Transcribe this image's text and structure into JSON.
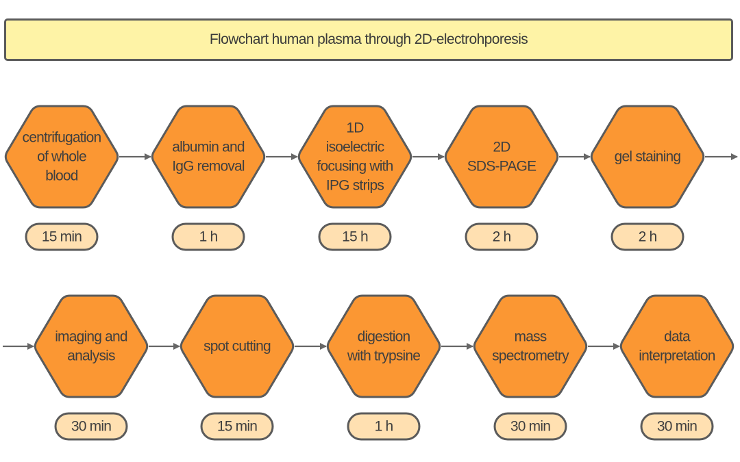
{
  "title": "Flowchart human plasma through 2D-electrohporesis",
  "colors": {
    "step_fill": "#fb9733",
    "step_stroke": "#5b5b5b",
    "duration_fill": "#ffe0b1",
    "title_fill": "#fef3a6",
    "connector": "#666666"
  },
  "rows": [
    {
      "steps": [
        {
          "lines": [
            "centrifugation",
            "of whole",
            "blood"
          ],
          "duration": "15 min"
        },
        {
          "lines": [
            "albumin and",
            "IgG removal"
          ],
          "duration": "1 h"
        },
        {
          "lines": [
            "1D",
            "isoelectric",
            "focusing with",
            "IPG strips"
          ],
          "duration": "15 h"
        },
        {
          "lines": [
            "2D",
            "SDS-PAGE"
          ],
          "duration": "2 h"
        },
        {
          "lines": [
            "gel staining"
          ],
          "duration": "2 h"
        }
      ]
    },
    {
      "steps": [
        {
          "lines": [
            "imaging and",
            "analysis"
          ],
          "duration": "30 min"
        },
        {
          "lines": [
            "spot cutting"
          ],
          "duration": "15 min"
        },
        {
          "lines": [
            "digestion",
            "with trypsine"
          ],
          "duration": "1 h"
        },
        {
          "lines": [
            "mass",
            "spectrometry"
          ],
          "duration": "30 min"
        },
        {
          "lines": [
            "data",
            "interpretation"
          ],
          "duration": "30 min"
        }
      ]
    }
  ]
}
